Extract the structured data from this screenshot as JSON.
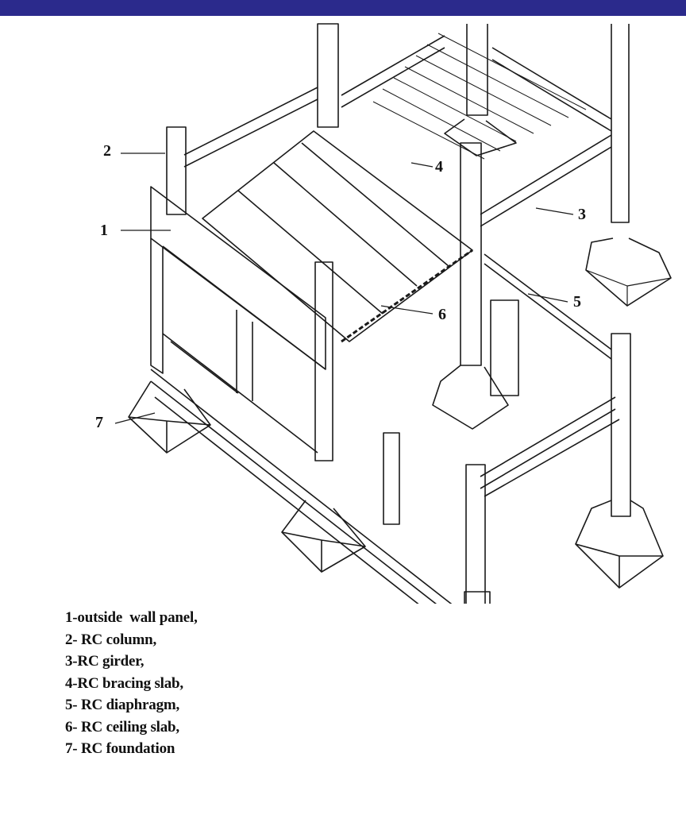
{
  "callouts": {
    "n1": "1",
    "n2": "2",
    "n3": "3",
    "n4": "4",
    "n5": "5",
    "n6": "6",
    "n7": "7"
  },
  "legend": [
    "1-outside  wall panel,",
    "2- RC column,",
    "3-RC girder,",
    "4-RC bracing slab,",
    "5- RC diaphragm,",
    "6- RC ceiling slab,",
    "7- RC foundation"
  ],
  "colors": {
    "top_bar": "#2b2a8c",
    "line": "#1a1a1a"
  }
}
